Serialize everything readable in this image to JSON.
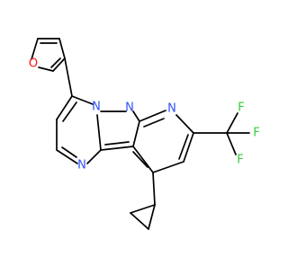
{
  "structure": {
    "atom_labels": {
      "furan_oxygen": "O",
      "bridgehead_nitrogen": "N",
      "pyrazole_nitrogen": "N",
      "pyridine_nitrogen": "N",
      "pyrimidine_nitrogen": "N",
      "fluorine_top": "F",
      "fluorine_right": "F",
      "fluorine_bottom": "F"
    },
    "colors": {
      "bond": "#000000",
      "oxygen": "#ff0d0d",
      "nitrogen": "#3050f8",
      "fluorine": "#33cc33"
    }
  }
}
